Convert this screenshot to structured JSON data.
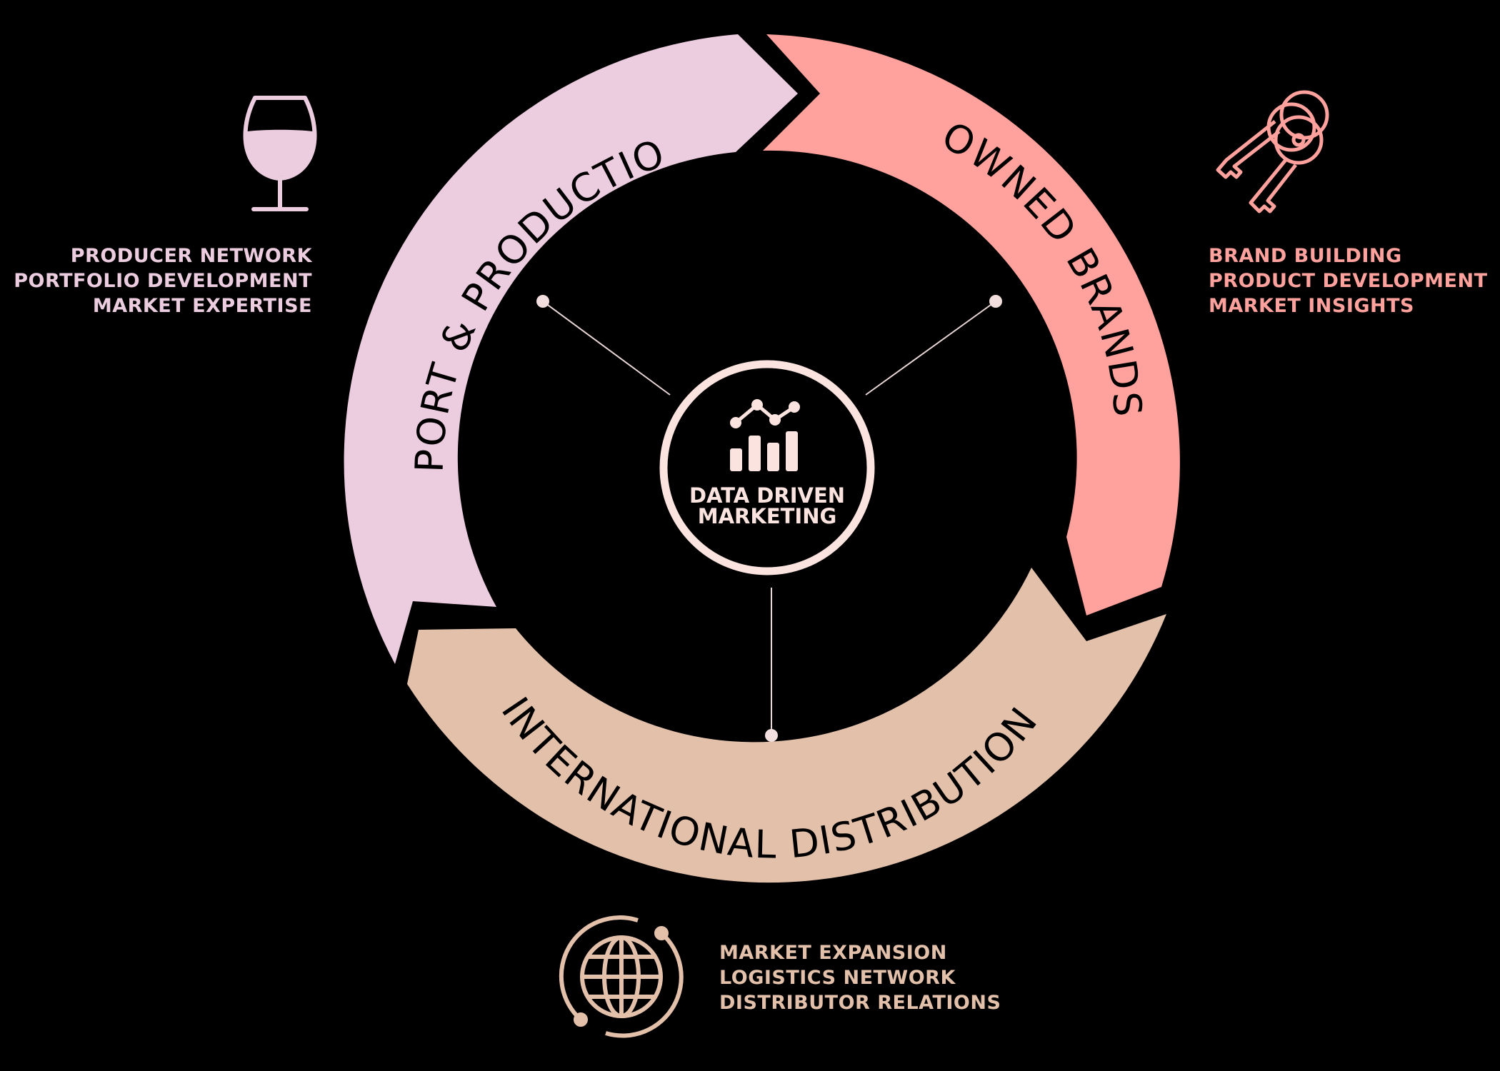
{
  "center": {
    "title_line1": "DATA DRIVEN",
    "title_line2": "MARKETING",
    "icon": "analytics-chart-icon"
  },
  "segments": {
    "import": {
      "label": "IMPORT & PRODUCTION",
      "color": "#ecccdf",
      "icon": "wine-glass-icon",
      "items": [
        "PRODUCER NETWORK",
        "PORTFOLIO DEVELOPMENT",
        "MARKET EXPERTISE"
      ]
    },
    "owned": {
      "label": "OWNED BRANDS",
      "color": "#ffa19c",
      "icon": "keys-icon",
      "items": [
        "BRAND BUILDING",
        "PRODUCT DEVELOPMENT",
        "MARKET INSIGHTS"
      ]
    },
    "distribution": {
      "label": "INTERNATIONAL DISTRIBUTION",
      "color": "#e3c0aa",
      "icon": "globe-icon",
      "items": [
        "MARKET EXPANSION",
        "LOGISTICS NETWORK",
        "DISTRIBUTOR RELATIONS"
      ]
    }
  },
  "colors": {
    "background": "#000000",
    "center_ring": "#fbe3df",
    "connector": "#e8d6d6"
  }
}
